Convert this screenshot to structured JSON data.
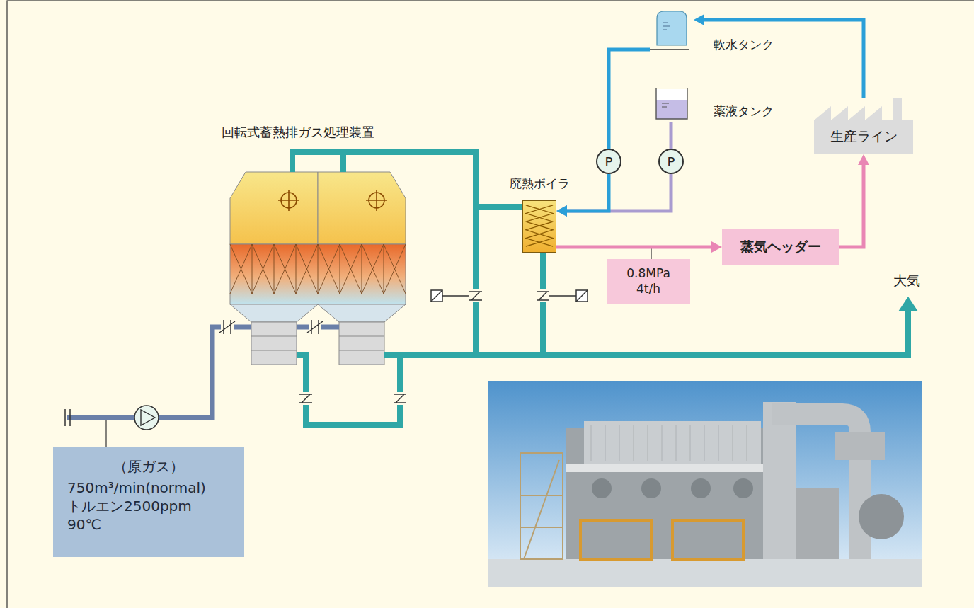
{
  "diagram": {
    "nodes": [
      {
        "text": [
          "回転式蓄熱排ガス処理装置"
        ]
      },
      {
        "text": [
          "廃熱ボイラ"
        ]
      },
      {
        "text": [
          "軟水タンク"
        ]
      },
      {
        "text": [
          "薬液タンク"
        ]
      },
      {
        "text": [
          "P"
        ]
      },
      {
        "text": [
          "P"
        ]
      },
      {
        "text": [
          "生産ライン"
        ]
      },
      {
        "text": [
          "蒸気ヘッダー"
        ]
      },
      {
        "text": [
          "0.8MPa",
          "4t/h"
        ]
      },
      {
        "text": [
          "（原ガス）",
          "750m³/min(normal)",
          "トルエン2500ppm",
          "90℃"
        ]
      }
    ],
    "edges": [
      {
        "from": 0,
        "to": 1,
        "arrow": "none"
      },
      {
        "from": 2,
        "to": 4,
        "arrow": "none"
      },
      {
        "from": 4,
        "to": 1,
        "arrow": "to"
      },
      {
        "from": 3,
        "to": 5,
        "arrow": "none"
      },
      {
        "from": 5,
        "to": 1,
        "arrow": "to"
      },
      {
        "from": 1,
        "to": 7,
        "arrow": "to"
      },
      {
        "from": 7,
        "to": 6,
        "arrow": "to"
      },
      {
        "from": 6,
        "to": 2,
        "arrow": "to"
      }
    ],
    "labels": [
      "大気"
    ]
  }
}
